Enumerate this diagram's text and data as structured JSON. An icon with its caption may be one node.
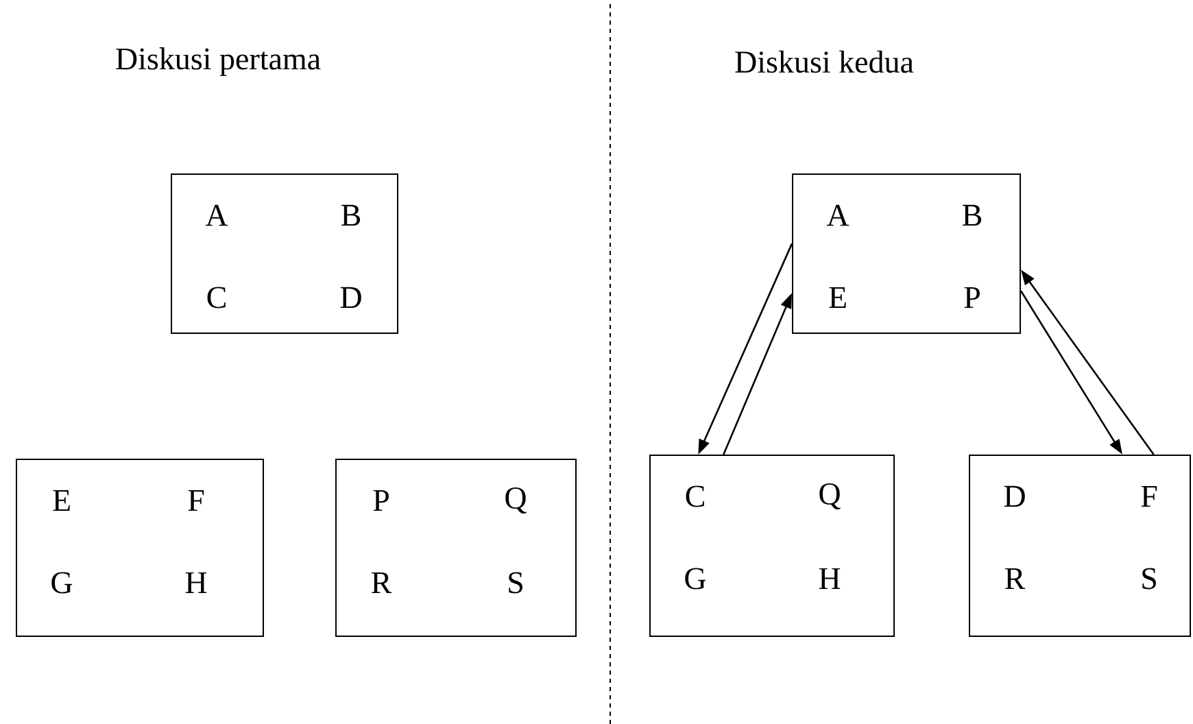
{
  "diagram": {
    "nodes": [
      {
        "text": [
          "A",
          "B",
          "C",
          "D"
        ]
      },
      {
        "text": [
          "E",
          "F",
          "G",
          "H"
        ]
      },
      {
        "text": [
          "P",
          "Q",
          "R",
          "S"
        ]
      },
      {
        "text": [
          "A",
          "B",
          "E",
          "P"
        ]
      },
      {
        "text": [
          "C",
          "Q",
          "G",
          "H"
        ]
      },
      {
        "text": [
          "D",
          "F",
          "R",
          "S"
        ]
      }
    ],
    "edges": [
      {
        "from": 3,
        "to": 4,
        "arrow": "to"
      },
      {
        "from": 4,
        "to": 3,
        "arrow": "to"
      },
      {
        "from": 3,
        "to": 5,
        "arrow": "to"
      },
      {
        "from": 5,
        "to": 3,
        "arrow": "to"
      }
    ],
    "labels": [
      "Diskusi pertama",
      "Diskusi kedua"
    ]
  }
}
